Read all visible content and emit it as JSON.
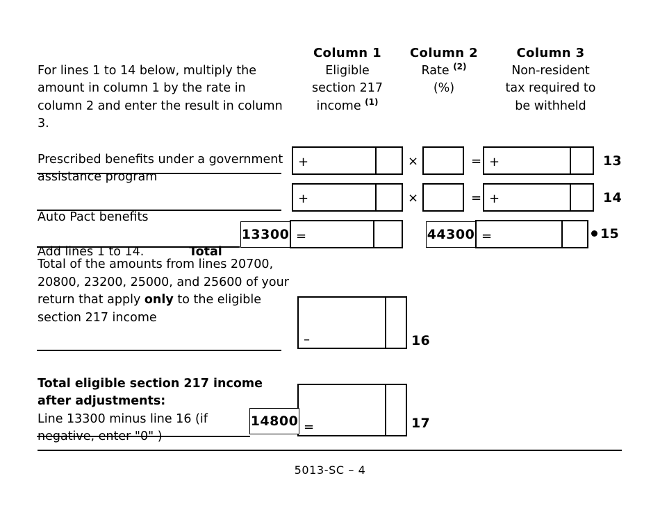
{
  "form": {
    "footer_label": "5013-SC – 4"
  },
  "intro": {
    "text": "For lines 1 to 14 below, multiply the amount in column 1 by the rate in column 2 and enter the result in column 3."
  },
  "columns": [
    {
      "title": "Column 1",
      "sub_lines": [
        "Eligible",
        "section 217",
        "income"
      ],
      "footnote": "(1)"
    },
    {
      "title": "Column 2",
      "sub_lines": [
        "Rate",
        "(%)"
      ],
      "footnote": "(2)"
    },
    {
      "title": "Column 3",
      "sub_lines": [
        "Non-resident",
        "tax required to",
        "be withheld"
      ],
      "footnote": ""
    }
  ],
  "rows": [
    {
      "label": "Prescribed benefits under a government assistance program",
      "col1_sign": "+",
      "multiply_op": "×",
      "equals_op": "=",
      "col3_sign": "+",
      "line_number": "13"
    },
    {
      "label": "Auto Pact benefits",
      "col1_sign": "+",
      "multiply_op": "×",
      "equals_op": "=",
      "col3_sign": "+",
      "line_number": "14"
    }
  ],
  "total_row": {
    "label": "Add lines 1 to 14.",
    "total_label": "Total",
    "col1_field_number": "13300",
    "col1_sign": "=",
    "col3_field_number": "44300",
    "col3_sign": "=",
    "line_number": "15",
    "has_bullet": true
  },
  "line16": {
    "label_part1": "Total of the amounts from lines 20700, 20800, 23200, 25000, and 25600 of your return that apply ",
    "label_emphasis": "only",
    "label_part2": " to the eligible section 217 income",
    "sign": "–",
    "line_number": "16"
  },
  "line17": {
    "label_bold": "Total eligible section 217 income after adjustments:",
    "label_regular": "Line 13300 minus line 16 (if negative, enter \"0\" )",
    "field_number": "14800",
    "sign": "=",
    "line_number": "17"
  }
}
